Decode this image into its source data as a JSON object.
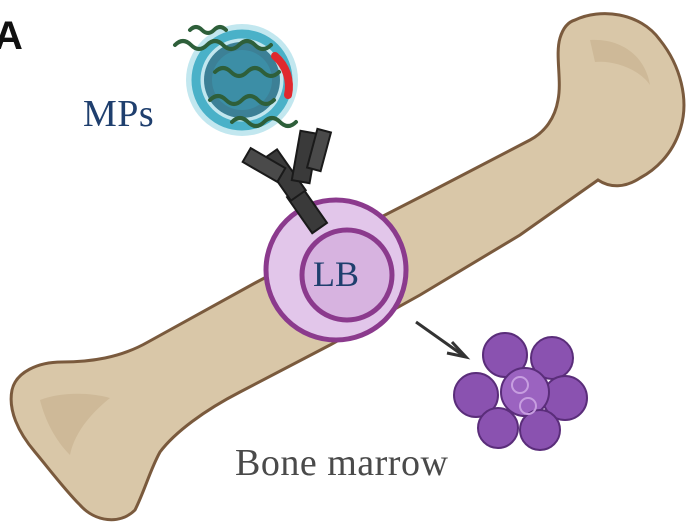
{
  "panel_letter": "A",
  "labels": {
    "mps": "MPs",
    "lb": "LB",
    "bone_marrow": "Bone marrow"
  },
  "colors": {
    "bone_fill": "#d9c7a8",
    "bone_stroke": "#7a5a3d",
    "cell_fill": "#e2c6ea",
    "cell_stroke": "#8b3a8d",
    "nucleus_fill": "#d7b3e0",
    "marrow_fill": "#8a52b0",
    "antibody": "#3a3a3a",
    "microparticle_ring": "#4ab1c8",
    "microparticle_core": "#256d86",
    "strand": "#2e5f3a",
    "accent_red": "#e0282e",
    "label_blue": "#1f3f6e",
    "label_gray": "#4a4a4a"
  },
  "icons": [
    "bone-shape",
    "microparticle-icon",
    "antibody-icon",
    "lymphocyte-cell-icon",
    "arrow-icon",
    "bone-marrow-cluster-icon"
  ]
}
